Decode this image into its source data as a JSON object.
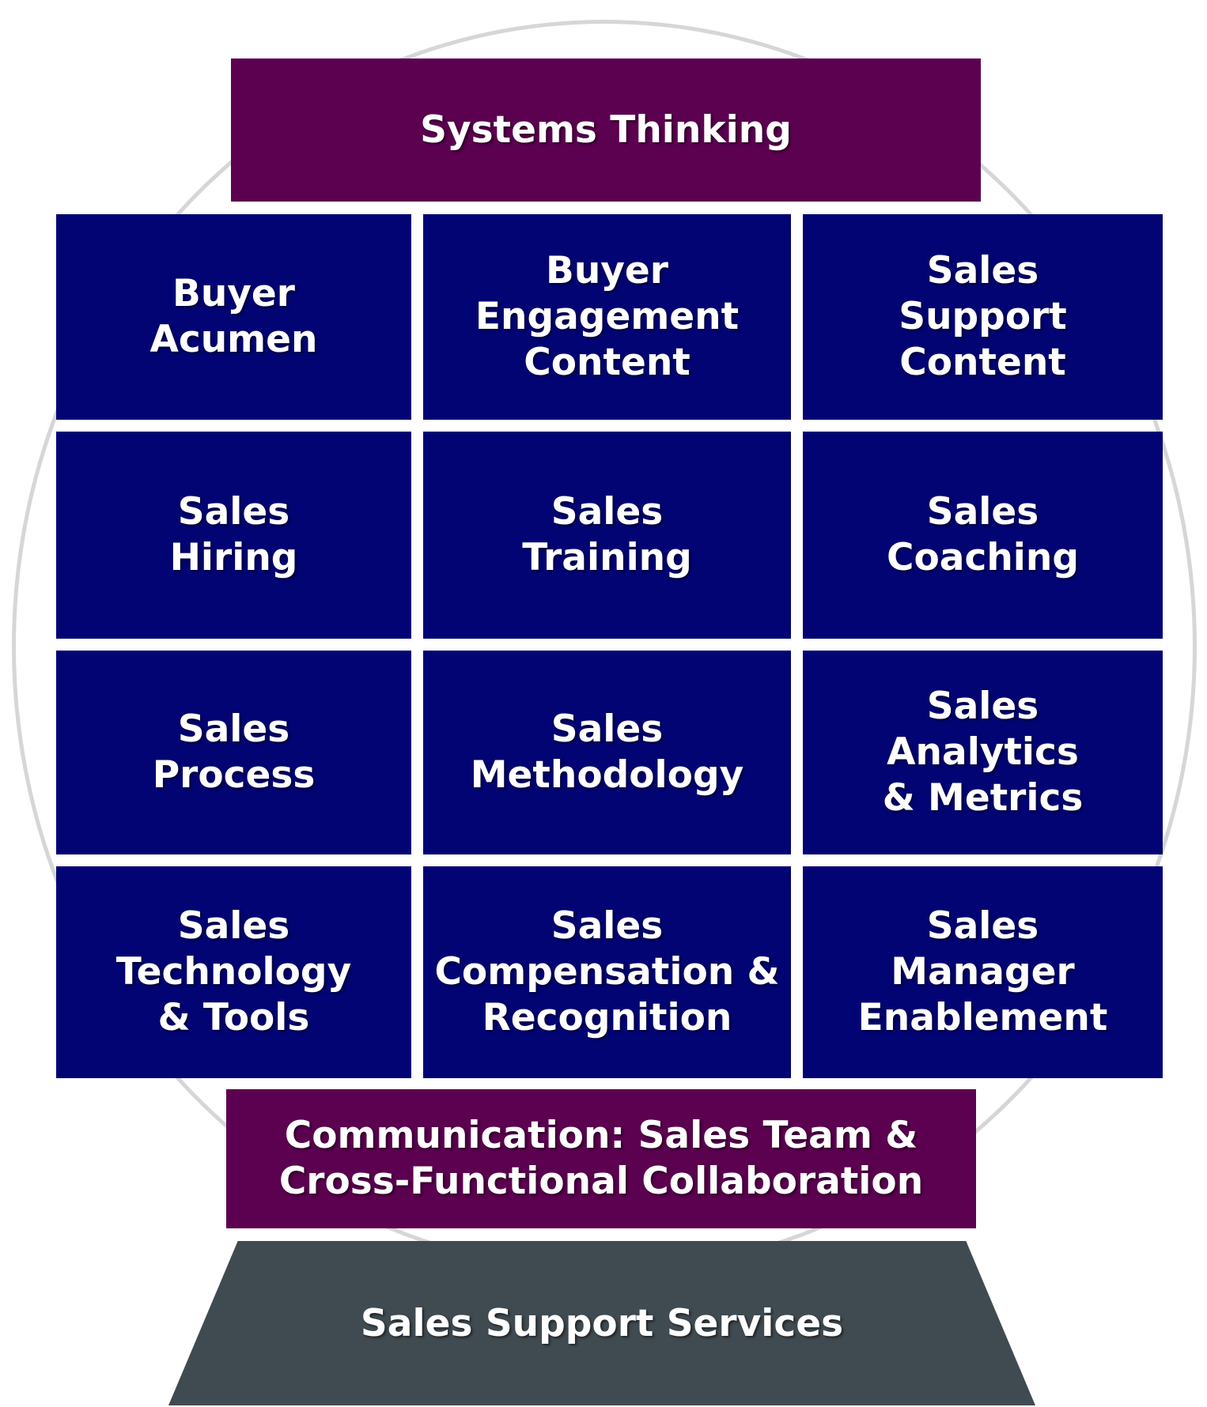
{
  "top_bar": {
    "label": "Systems Thinking"
  },
  "grid": [
    {
      "key": "buyer-acumen",
      "label": "Buyer\nAcumen"
    },
    {
      "key": "buyer-engagement-content",
      "label": "Buyer\nEngagement\nContent"
    },
    {
      "key": "sales-support-content",
      "label": "Sales\nSupport\nContent"
    },
    {
      "key": "sales-hiring",
      "label": "Sales\nHiring"
    },
    {
      "key": "sales-training",
      "label": "Sales\nTraining"
    },
    {
      "key": "sales-coaching",
      "label": "Sales\nCoaching"
    },
    {
      "key": "sales-process",
      "label": "Sales\nProcess"
    },
    {
      "key": "sales-methodology",
      "label": "Sales\nMethodology"
    },
    {
      "key": "sales-analytics-metrics",
      "label": "Sales\nAnalytics\n& Metrics"
    },
    {
      "key": "sales-technology-tools",
      "label": "Sales\nTechnology\n& Tools"
    },
    {
      "key": "sales-compensation-recognition",
      "label": "Sales\nCompensation &\nRecognition"
    },
    {
      "key": "sales-manager-enablement",
      "label": "Sales\nManager\nEnablement"
    }
  ],
  "bottom_bar": {
    "label": "Communication: Sales Team &\nCross-Functional Collaboration"
  },
  "base": {
    "label": "Sales Support Services"
  },
  "colors": {
    "purple": "#5c0050",
    "navy": "#020474",
    "base": "#404b51",
    "ring": "#d6d6d6"
  }
}
